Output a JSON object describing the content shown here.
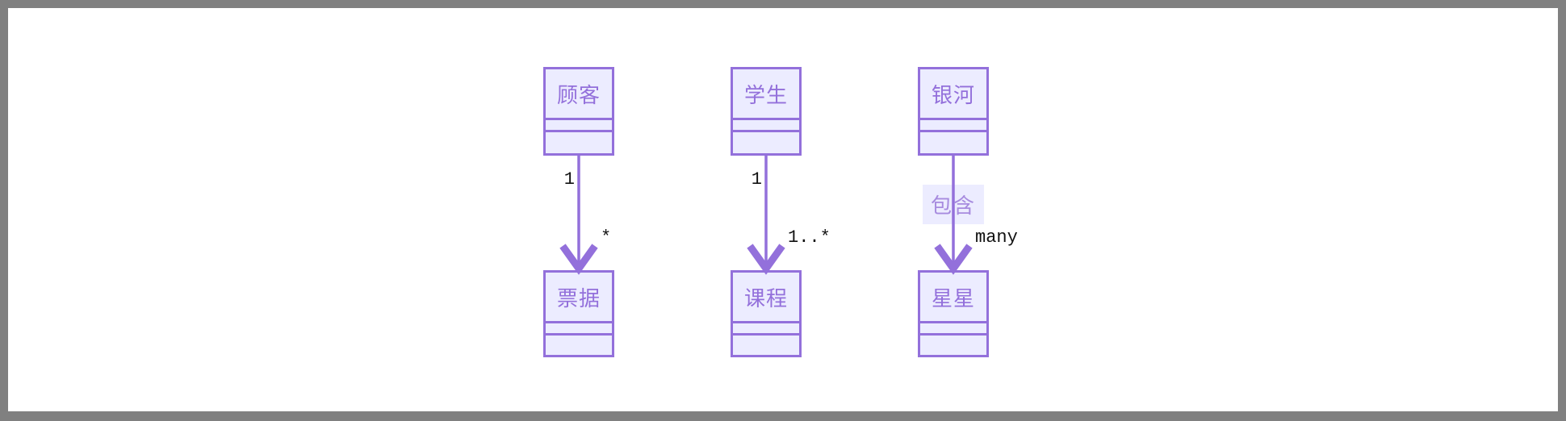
{
  "frame": {
    "border_color": "#808080",
    "canvas_color": "#ffffff"
  },
  "theme": {
    "node_fill": "#ECECFF",
    "node_border": "#9370DB",
    "node_title_color": "#9370DB",
    "relation_line_color": "#9370DB",
    "multiplicity_text_color": "#111111",
    "edge_label_bg": "#ECECFF",
    "edge_label_color": "#A78BDF"
  },
  "diagram": {
    "type": "uml-class-diagram",
    "relations": [
      {
        "from": {
          "name": "顾客"
        },
        "to": {
          "name": "票据"
        },
        "source_multiplicity": "1",
        "target_multiplicity": "*",
        "label": ""
      },
      {
        "from": {
          "name": "学生"
        },
        "to": {
          "name": "课程"
        },
        "source_multiplicity": "1",
        "target_multiplicity": "1..*",
        "label": ""
      },
      {
        "from": {
          "name": "银河"
        },
        "to": {
          "name": "星星"
        },
        "source_multiplicity": "",
        "target_multiplicity": "many",
        "label": "包含"
      }
    ]
  }
}
